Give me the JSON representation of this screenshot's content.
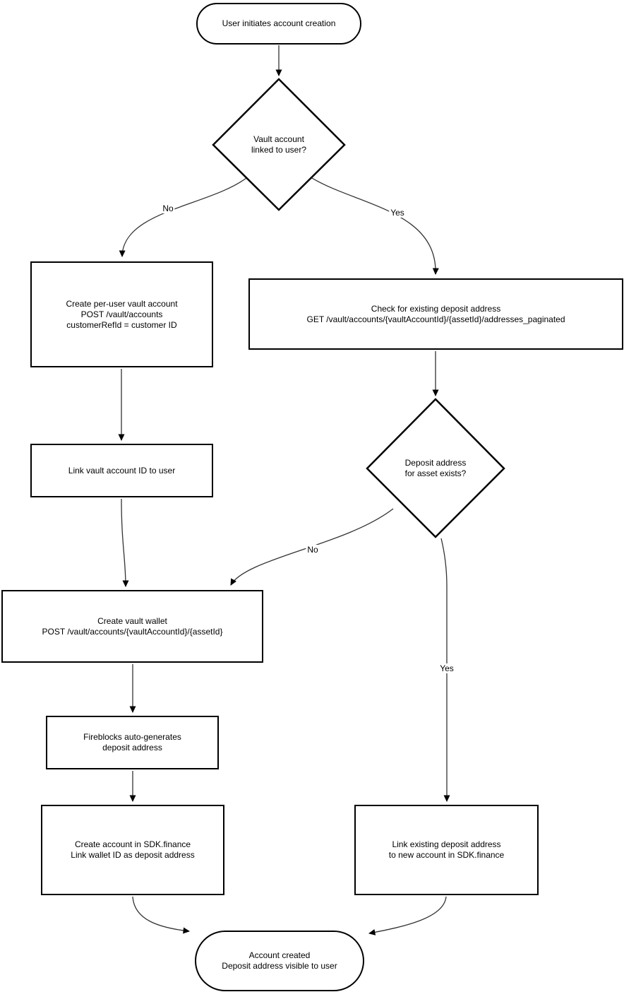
{
  "colors": {
    "node_border": "#000000",
    "node_fill": "#ffffff",
    "text": "#000000",
    "connector": "#333333",
    "arrowhead": "#000000"
  },
  "nodes": {
    "start": "User initiates account creation",
    "decision_vault_linked": "Vault account\nlinked to user?",
    "create_vault_account": "Create per-user vault account\nPOST /vault/accounts\ncustomerRefId = customer ID",
    "check_deposit_address": "Check for existing deposit address\nGET /vault/accounts/{vaultAccountId}/{assetId}/addresses_paginated",
    "link_vault_id": "Link vault account ID to user",
    "decision_deposit_exists": "Deposit address\nfor asset exists?",
    "create_vault_wallet": "Create vault wallet\nPOST /vault/accounts/{vaultAccountId}/{assetId}",
    "fireblocks_autogenerate": "Fireblocks auto-generates\ndeposit address",
    "create_account_sdk": "Create account in SDK.finance\nLink wallet ID as deposit address",
    "link_existing_address": "Link existing deposit address\nto new account in SDK.finance",
    "end": "Account created\nDeposit address visible to user"
  },
  "edge_labels": {
    "vault_linked_no": "No",
    "vault_linked_yes": "Yes",
    "deposit_exists_no": "No",
    "deposit_exists_yes": "Yes"
  }
}
